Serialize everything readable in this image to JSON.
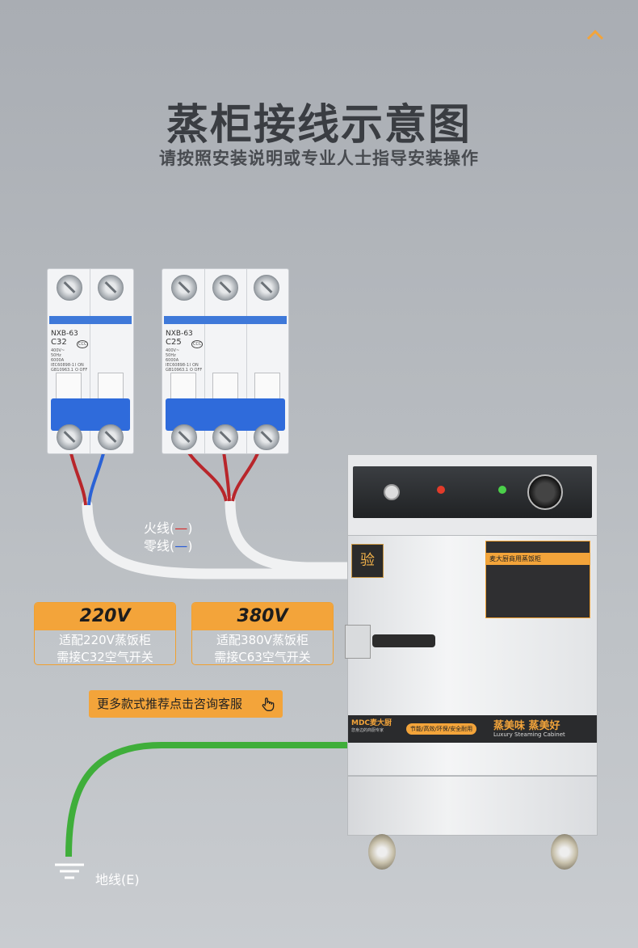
{
  "header": {
    "title": "蒸柜接线示意图",
    "subtitle": "请按照安装说明或专业人士指导安装操作"
  },
  "breakers": {
    "left": {
      "model": "NXB-63",
      "rating": "C32",
      "ccc": "CCC",
      "spec": "400V~",
      "hz": "50Hz",
      "amp": "6000A",
      "std1": "IEC60898-1",
      "std2": "GB10963.1",
      "on": "I ON",
      "off": "O OFF"
    },
    "right": {
      "model": "NXB-63",
      "rating": "C25",
      "ccc": "CCC",
      "spec": "400V~",
      "hz": "50Hz",
      "amp": "6000A",
      "std1": "IEC60898-1",
      "std2": "GB10963.1",
      "on": "I ON",
      "off": "O OFF"
    }
  },
  "legend": {
    "live_label": "火线(",
    "live_mark": "—",
    "neutral_label": "零线(",
    "neutral_mark": "—",
    "close": ")"
  },
  "badges": [
    {
      "voltage": "220V",
      "line1": "适配220V蒸饭柜",
      "line2": "需接C32空气开关"
    },
    {
      "voltage": "380V",
      "line1": "适配380V蒸饭柜",
      "line2": "需接C63空气开关"
    }
  ],
  "consult": {
    "label": "更多款式推荐点击咨询客服"
  },
  "ground": {
    "label": "地线(E)"
  },
  "cabinet": {
    "brand": "MDC麦大厨",
    "brand_slogan": "您身边的商厨专家",
    "features": "节能/高效/环保/安全耐用",
    "taste": "蒸美味 蒸美好",
    "english": "Luxury Steaming Cabinet",
    "door_sticker_title": "麦大厨商用蒸饭柜",
    "seal": "验"
  },
  "colors": {
    "accent": "#f3a43a",
    "live": "#d52a2a",
    "neutral": "#2459d8",
    "ground": "#38b23a"
  }
}
